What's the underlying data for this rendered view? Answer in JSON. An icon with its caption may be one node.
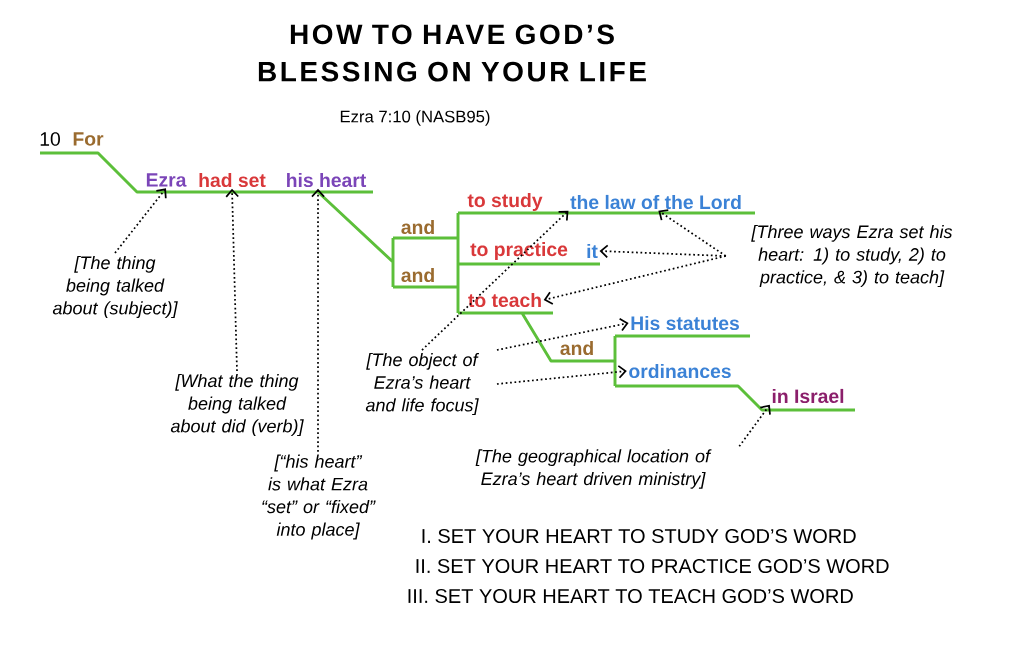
{
  "diagram": {
    "title": "HOW TO HAVE GOD’S BLESSING ON YOUR LIFE",
    "nodes": [
      {
        "text": [
          "Ezra"
        ]
      },
      {
        "text": [
          "had set"
        ]
      },
      {
        "text": [
          "his heart"
        ]
      },
      {
        "text": [
          "to study"
        ]
      },
      {
        "text": [
          "the law of the Lord"
        ]
      },
      {
        "text": [
          "to practice"
        ]
      },
      {
        "text": [
          "it"
        ]
      },
      {
        "text": [
          "to teach"
        ]
      },
      {
        "text": [
          "His statutes"
        ]
      },
      {
        "text": [
          "ordinances"
        ]
      },
      {
        "text": [
          "in Israel"
        ]
      },
      {
        "text": [
          "[The thing being talked about (subject)]"
        ]
      },
      {
        "text": [
          "[What the thing being talked about did (verb)]"
        ]
      },
      {
        "text": [
          "[“his heart” is what Ezra “set” or “fixed” into place]"
        ]
      },
      {
        "text": [
          "[Three ways Ezra set his heart: 1) to study, 2) to practice, & 3) to teach]"
        ]
      },
      {
        "text": [
          "[The object of Ezra’s heart and life focus]"
        ]
      },
      {
        "text": [
          "[The geographical location of Ezra’s heart driven ministry]"
        ]
      }
    ],
    "edges": [
      {
        "from": 11,
        "to": 0,
        "arrow": "to"
      },
      {
        "from": 12,
        "to": 1,
        "arrow": "to"
      },
      {
        "from": 13,
        "to": 2,
        "arrow": "to"
      },
      {
        "from": 14,
        "to": 4,
        "arrow": "to"
      },
      {
        "from": 14,
        "to": 6,
        "arrow": "to"
      },
      {
        "from": 14,
        "to": 7,
        "arrow": "to"
      },
      {
        "from": 15,
        "to": 4,
        "arrow": "to"
      },
      {
        "from": 15,
        "to": 8,
        "arrow": "to"
      },
      {
        "from": 15,
        "to": 9,
        "arrow": "to"
      },
      {
        "from": 16,
        "to": 10,
        "arrow": "to"
      }
    ],
    "labels": [
      "Ezra 7:10 (NASB95)",
      "10",
      "For",
      "and",
      "and",
      "and",
      "I. SET YOUR HEART TO STUDY GOD’S WORD",
      "II. SET YOUR HEART TO PRACTICE GOD’S WORD",
      "III. SET YOUR HEART TO TEACH GOD’S WORD"
    ]
  }
}
